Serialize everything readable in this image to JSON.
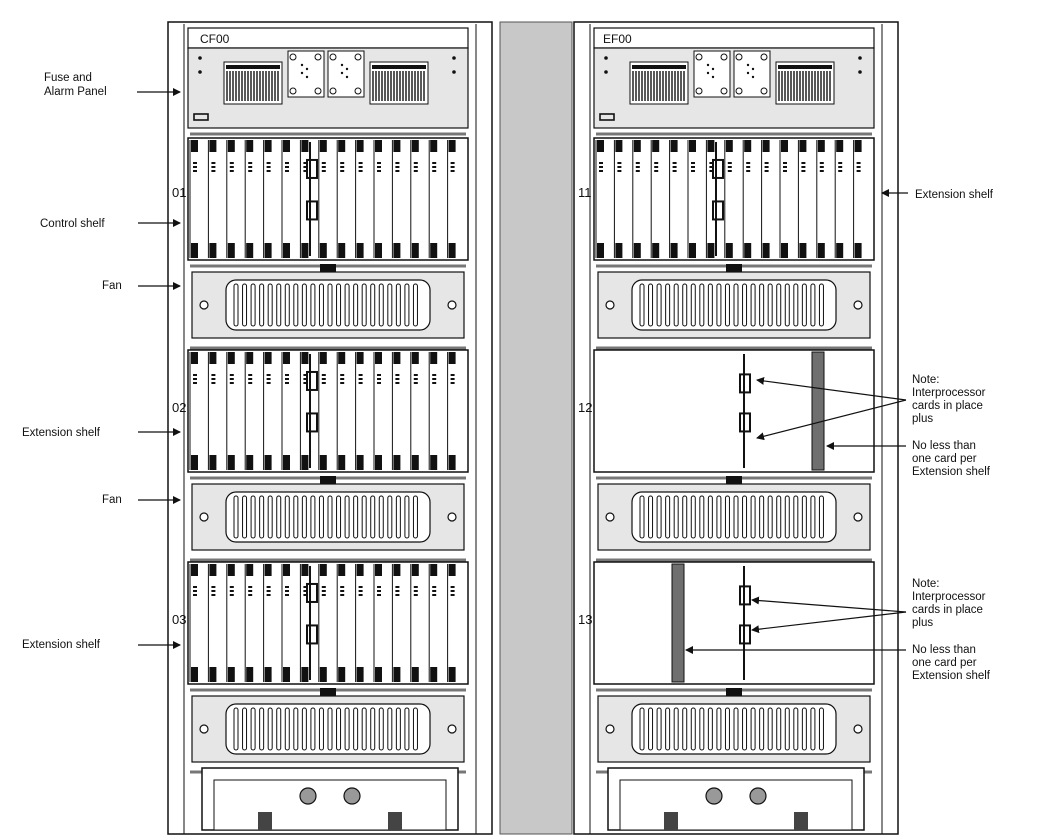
{
  "cabinets": [
    {
      "id": "CF00",
      "shelves": [
        {
          "number": "01",
          "type": "control"
        },
        {
          "number": "02",
          "type": "extension"
        },
        {
          "number": "03",
          "type": "extension"
        }
      ]
    },
    {
      "id": "EF00",
      "shelves": [
        {
          "number": "11",
          "type": "extension"
        },
        {
          "number": "12",
          "type": "sparse"
        },
        {
          "number": "13",
          "type": "sparse"
        }
      ]
    }
  ],
  "left_labels": {
    "fuse_panel": [
      "Fuse and",
      "Alarm Panel"
    ],
    "control_shelf": "Control shelf",
    "fan_1": "Fan",
    "extension_shelf_1": "Extension shelf",
    "fan_2": "Fan",
    "extension_shelf_2": "Extension shelf"
  },
  "right_labels": {
    "extension_shelf": "Extension shelf",
    "note_12": [
      "Note:",
      "Interprocessor",
      "cards in place",
      "plus"
    ],
    "min_card_12": [
      "No less than",
      "one card per",
      "Extension shelf"
    ],
    "note_13": [
      "Note:",
      "Interprocessor",
      "cards in place",
      "plus"
    ],
    "min_card_13": [
      "No less than",
      "one card per",
      "Extension shelf"
    ]
  },
  "colors": {
    "panel_fill": "#e6e6e6",
    "divider_fill": "#c8c8c8",
    "card_dark": "#111111",
    "line": "#111111"
  }
}
